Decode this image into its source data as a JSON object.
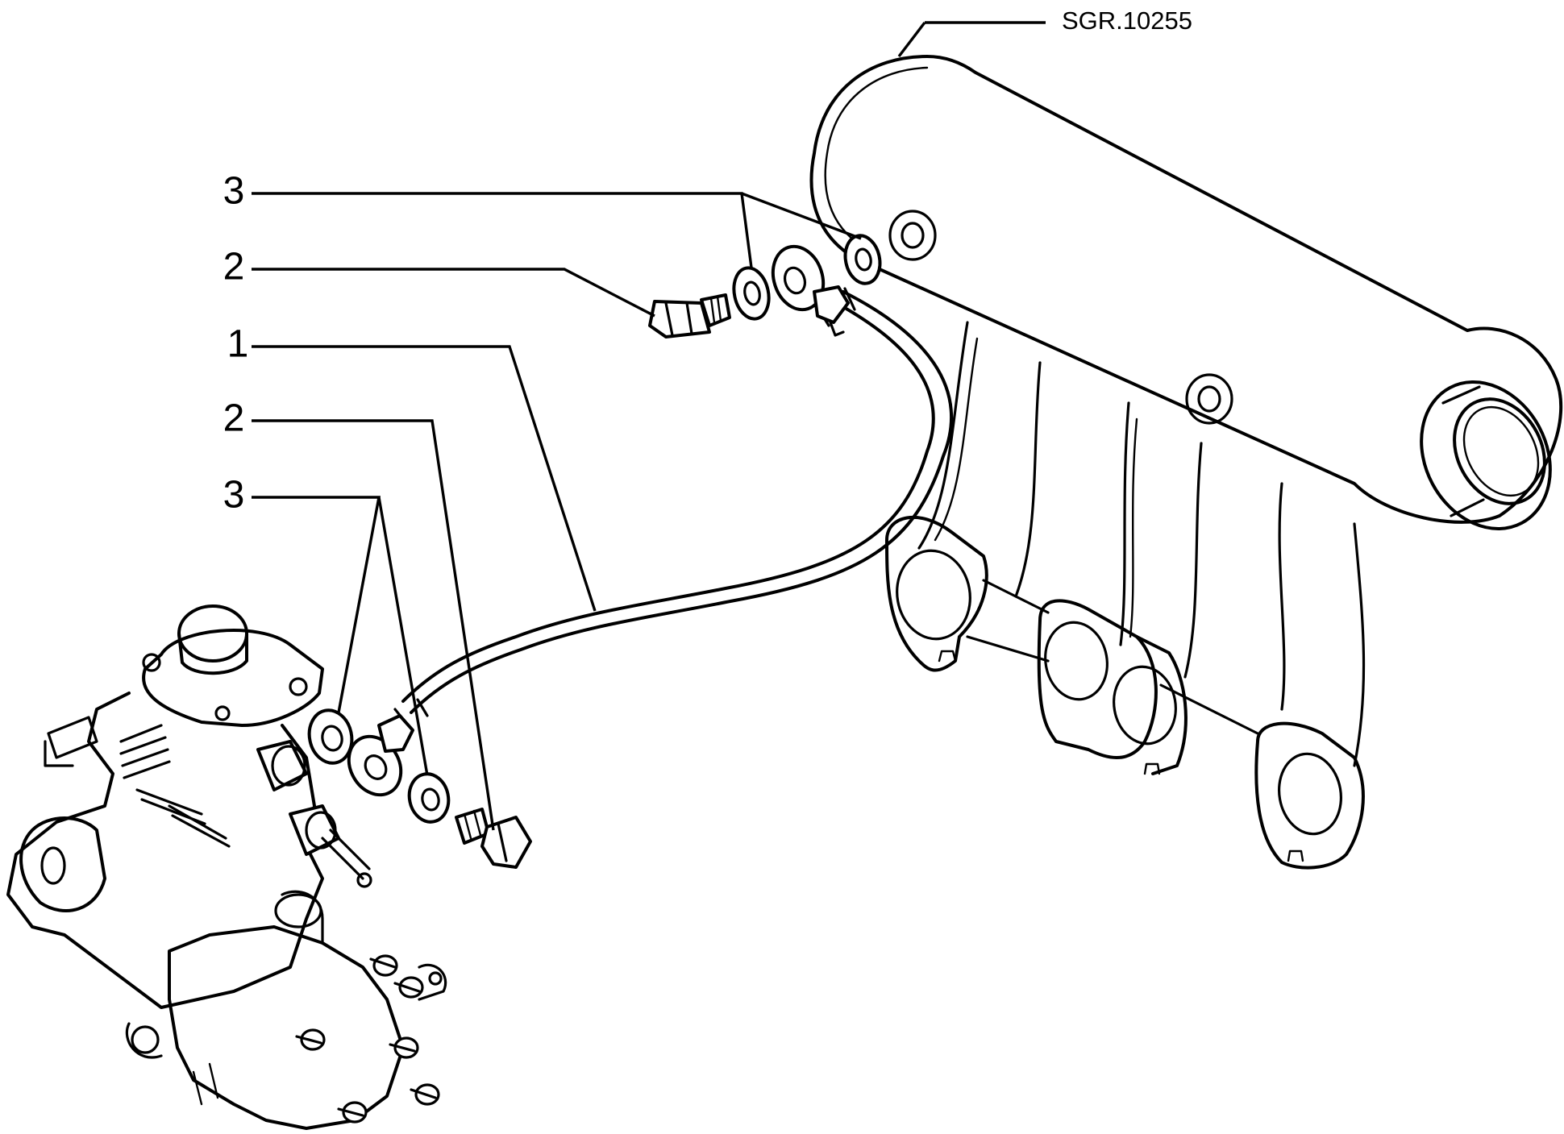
{
  "reference_code": "SGR.10255",
  "callouts": [
    {
      "number": "3"
    },
    {
      "number": "2"
    },
    {
      "number": "1"
    },
    {
      "number": "2"
    },
    {
      "number": "3"
    }
  ],
  "icons": {
    "manifold": "intake-manifold-drawing",
    "pump": "injection-pump-drawing",
    "hose": "pipe-drawing",
    "bolt": "banjo-bolt-drawing",
    "washer": "sealing-washer-drawing",
    "union": "banjo-union-drawing"
  },
  "colors": {
    "ink": "#000000",
    "paper": "#ffffff"
  }
}
